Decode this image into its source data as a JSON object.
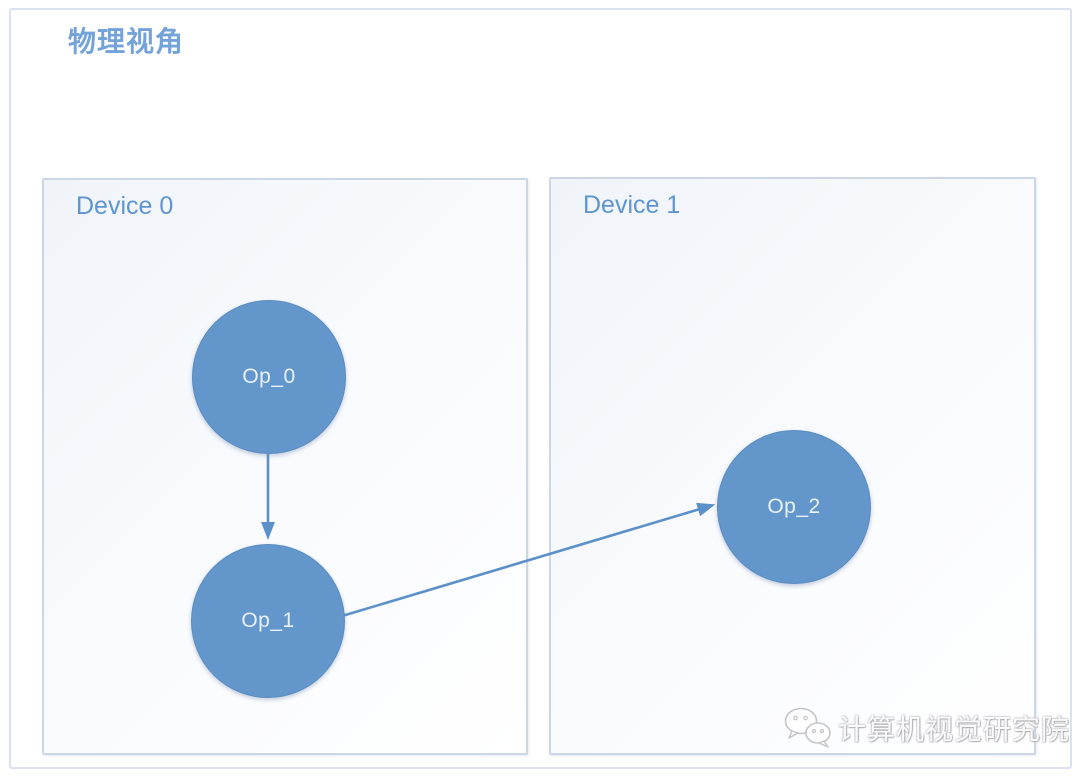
{
  "diagram": {
    "title": "物理视角",
    "devices": [
      {
        "id": "device-0",
        "label": "Device 0"
      },
      {
        "id": "device-1",
        "label": "Device 1"
      }
    ],
    "nodes": [
      {
        "id": "op-0",
        "label": "Op_0",
        "device": "device-0"
      },
      {
        "id": "op-1",
        "label": "Op_1",
        "device": "device-0"
      },
      {
        "id": "op-2",
        "label": "Op_2",
        "device": "device-1"
      }
    ],
    "edges": [
      {
        "from": "Op_0",
        "to": "Op_1"
      },
      {
        "from": "Op_1",
        "to": "Op_2"
      }
    ],
    "colors": {
      "node_fill": "#6396ca",
      "node_border": "#5a8cc1",
      "arrow": "#5c90c8",
      "device_label": "#5f95ce",
      "title": "#74a3da",
      "frame_border": "#dbe2ef",
      "device_border": "#ccd6e5"
    }
  },
  "watermark": {
    "text": "计算机视觉研究院",
    "icon": "wechat-chat-bubbles-icon"
  }
}
